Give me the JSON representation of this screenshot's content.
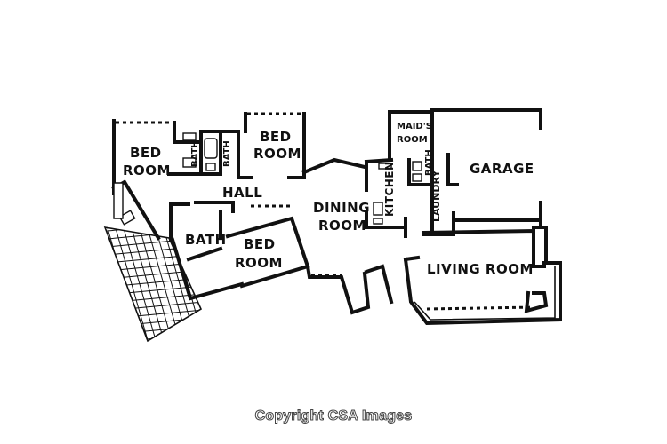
{
  "rooms": {
    "bedroom_1": [
      "BED",
      "ROOM"
    ],
    "bath_1": "BATH",
    "bath_2": "BATH",
    "bedroom_2": [
      "BED",
      "ROOM"
    ],
    "hall": "HALL",
    "bath_3": "BATH",
    "bedroom_3": [
      "BED",
      "ROOM"
    ],
    "dining": [
      "DINING",
      "ROOM"
    ],
    "maids": [
      "MAID'S",
      "ROOM"
    ],
    "bath_4": "BATH",
    "kitchen": "KITCHEN",
    "laundry": "LAUNDRY",
    "garage": "GARAGE",
    "living": "LIVING ROOM"
  },
  "watermark": "Copyright CSA Images"
}
